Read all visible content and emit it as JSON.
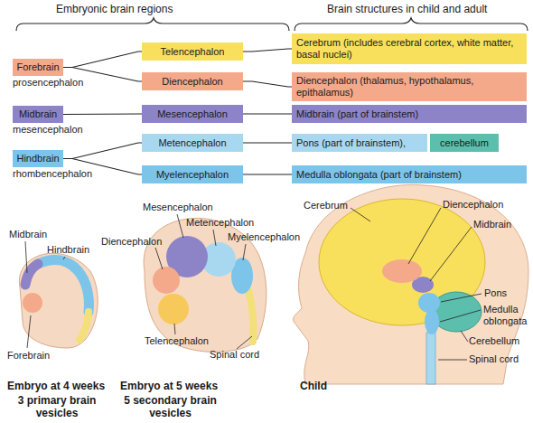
{
  "diagram": {
    "nodes": [
      {
        "text": [
          "Forebrain",
          "prosencephalon"
        ]
      },
      {
        "text": [
          "Telencephalon"
        ]
      },
      {
        "text": [
          "Cerebrum (includes cerebral cortex, white matter, basal nuclei)"
        ]
      },
      {
        "text": [
          "Diencephalon"
        ]
      },
      {
        "text": [
          "Diencephalon (thalamus, hypothalamus, epithalamus)"
        ]
      },
      {
        "text": [
          "Midbrain",
          "mesencephalon"
        ]
      },
      {
        "text": [
          "Mesencephalon"
        ]
      },
      {
        "text": [
          "Midbrain (part of brainstem)"
        ]
      },
      {
        "text": [
          "Metencephalon"
        ]
      },
      {
        "text": [
          "Pons (part of brainstem),"
        ]
      },
      {
        "text": [
          "cerebellum"
        ]
      },
      {
        "text": [
          "Hindbrain",
          "rhombencephalon"
        ]
      },
      {
        "text": [
          "Myelencephalon"
        ]
      },
      {
        "text": [
          "Medulla oblongata (part of brainstem)"
        ]
      }
    ],
    "edges": [
      {
        "from": 0,
        "to": 1,
        "arrow": "none"
      },
      {
        "from": 0,
        "to": 3,
        "arrow": "none"
      },
      {
        "from": 5,
        "to": 6,
        "arrow": "none"
      },
      {
        "from": 11,
        "to": 8,
        "arrow": "none"
      },
      {
        "from": 11,
        "to": 12,
        "arrow": "none"
      },
      {
        "from": 1,
        "to": 2,
        "arrow": "none"
      },
      {
        "from": 3,
        "to": 4,
        "arrow": "none"
      },
      {
        "from": 6,
        "to": 7,
        "arrow": "none"
      },
      {
        "from": 8,
        "to": 9,
        "arrow": "none"
      },
      {
        "from": 12,
        "to": 13,
        "arrow": "none"
      }
    ],
    "labels": [
      "Embryonic brain regions",
      "Brain structures in child and adult",
      "Midbrain",
      "Hindbrain",
      "Forebrain",
      "Mesencephalon",
      "Metencephalon",
      "Diencephalon",
      "Myelencephalon",
      "Spinal cord",
      "Telencephalon",
      "Cerebrum",
      "Diencephalon",
      "Midbrain",
      "Pons",
      "Medulla oblongata",
      "Cerebellum",
      "Spinal cord",
      "Embryo at 4 weeks",
      "3 primary brain vesicles",
      "Embryo at 5 weeks",
      "5 secondary brain vesicles",
      "Child"
    ]
  }
}
